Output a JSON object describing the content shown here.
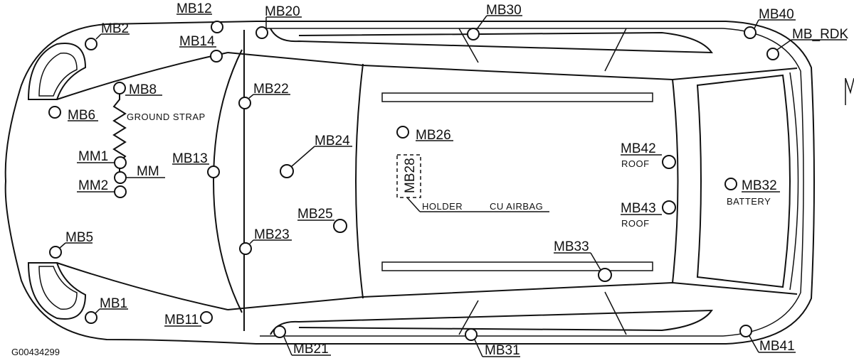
{
  "figure_id": "G00434299",
  "notes": {
    "ground_strap": "GROUND STRAP",
    "holder": "HOLDER",
    "cu_airbag": "CU AIRBAG"
  },
  "labels": {
    "MB1": "MB1",
    "MB2": "MB2",
    "MB5": "MB5",
    "MB6": "MB6",
    "MB8": "MB8",
    "MB11": "MB11",
    "MB12": "MB12",
    "MB13": "MB13",
    "MB14": "MB14",
    "MB20": "MB20",
    "MB21": "MB21",
    "MB22": "MB22",
    "MB23": "MB23",
    "MB24": "MB24",
    "MB25": "MB25",
    "MB26": "MB26",
    "MB28": "MB28",
    "MB30": "MB30",
    "MB31": "MB31",
    "MB32": "MB32",
    "MB33": "MB33",
    "MB40": "MB40",
    "MB41": "MB41",
    "MB42": "MB42",
    "MB43": "MB43",
    "MB_RDK": "MB_RDK",
    "MM": "MM",
    "MM1": "MM1",
    "MM2": "MM2"
  },
  "sublabels": {
    "MB42": "ROOF",
    "MB43": "ROOF",
    "MB32": "BATTERY"
  }
}
